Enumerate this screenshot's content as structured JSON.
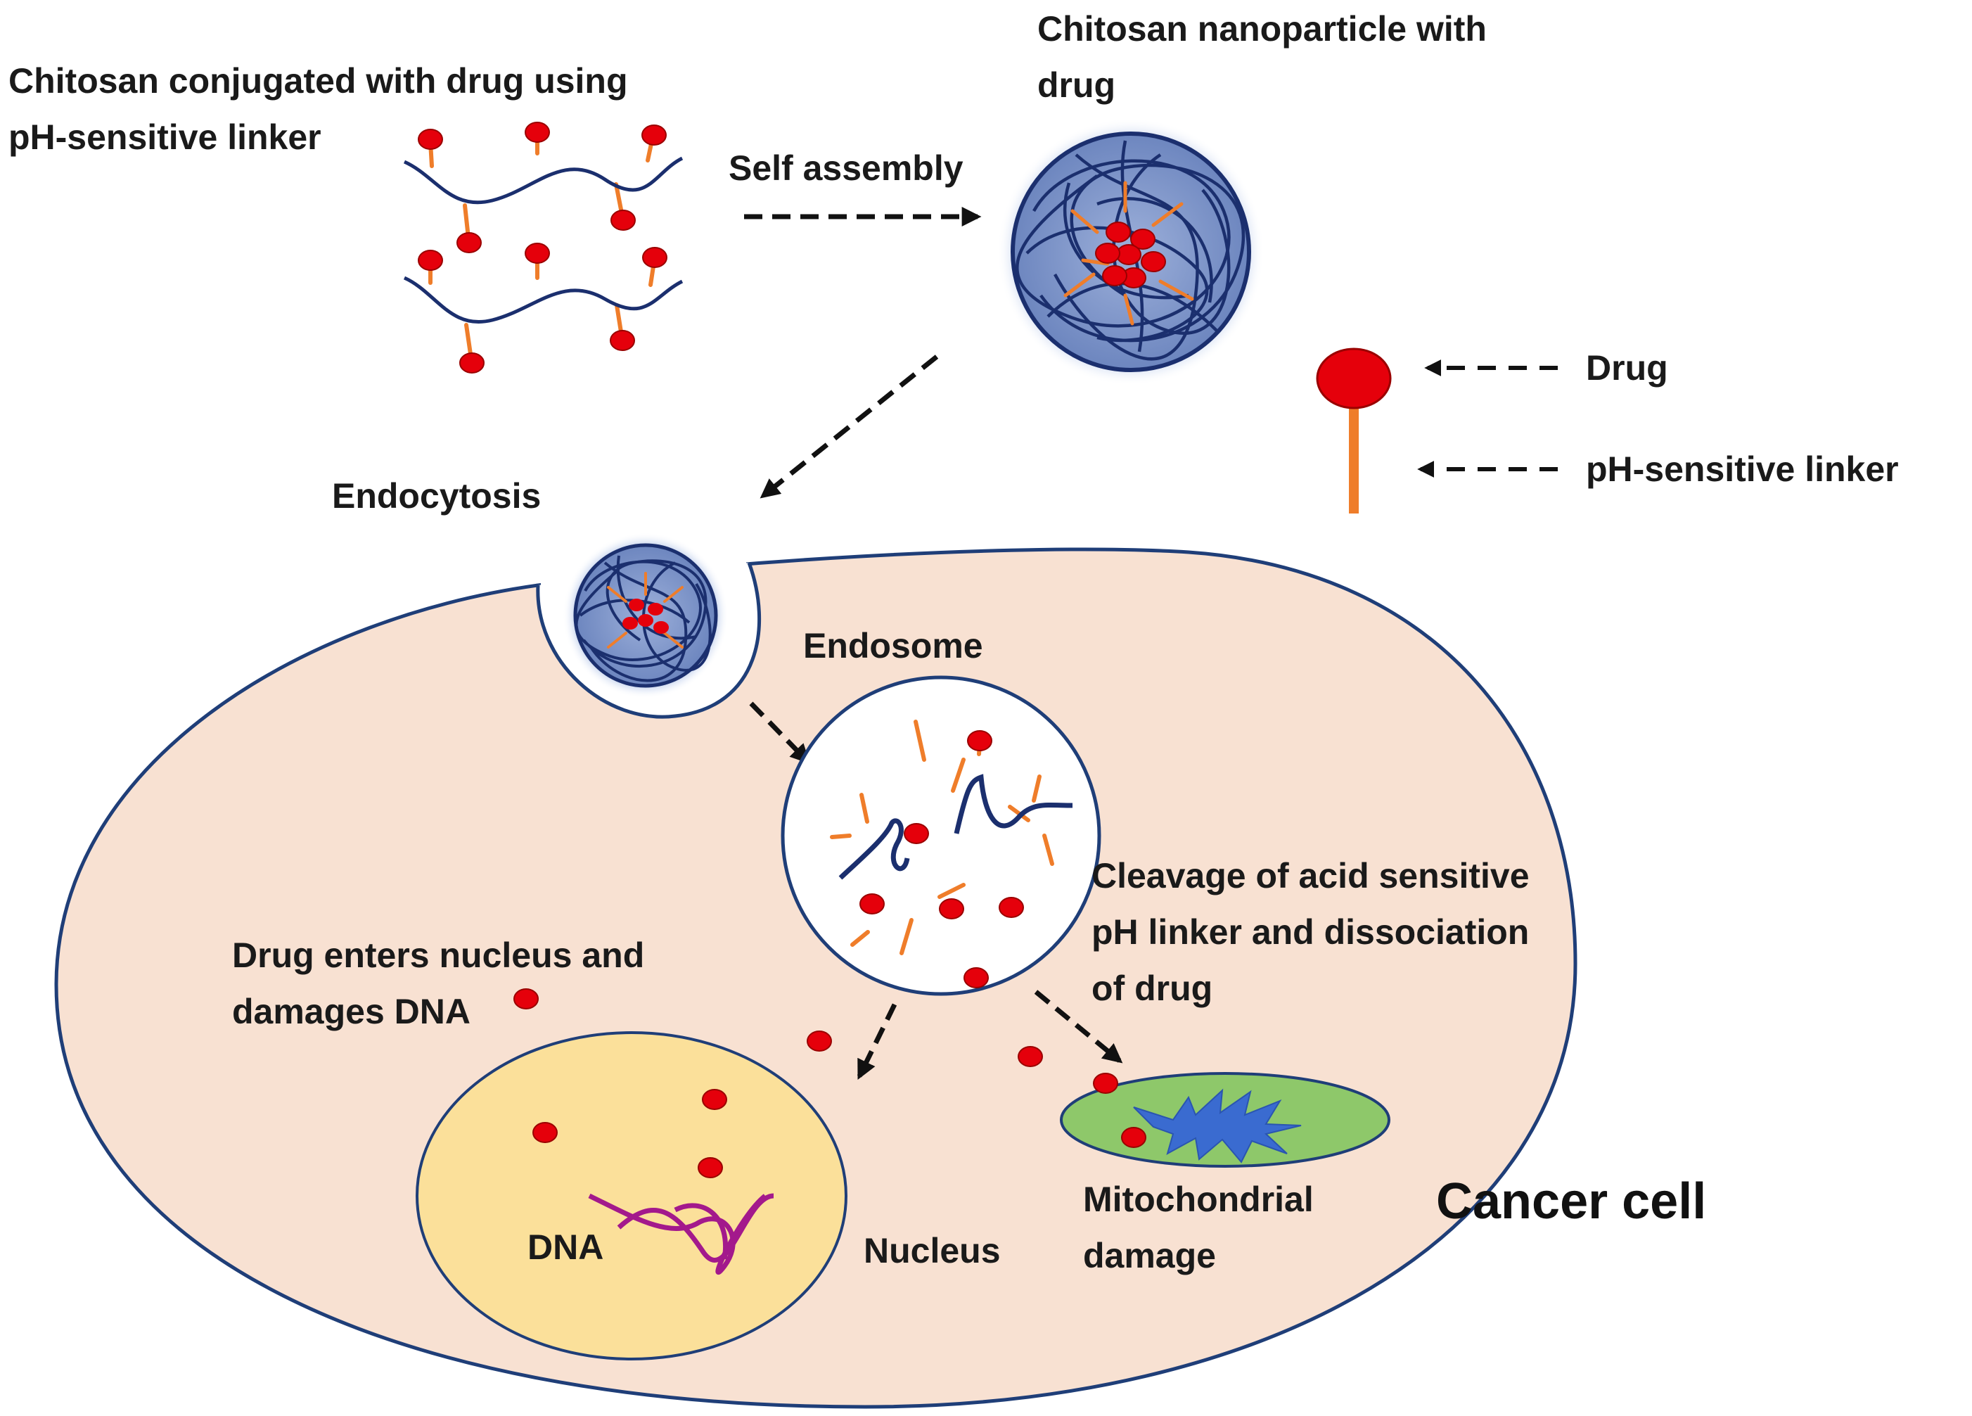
{
  "colors": {
    "cell_fill": "#f8e1d2",
    "cell_stroke": "#1f3e78",
    "chitosan_chain": "#1b2f6e",
    "nanoparticle_glow": "#c9d6ef",
    "nanoparticle_fill": "#7f97c8",
    "drug": "#e5000b",
    "drug_stroke": "#9a0000",
    "linker": "#ef7d2a",
    "nucleus_fill": "#fbe09a",
    "dna": "#a3198c",
    "mitochondria_fill": "#8ec86a",
    "mitochondria_cristae": "#3a6bd0",
    "arrow": "#111111"
  },
  "labels": {
    "chitosan_conjugated": [
      "Chitosan conjugated with drug using",
      "pH-sensitive linker"
    ],
    "self_assembly": "Self assembly",
    "nanoparticle": [
      "Chitosan nanoparticle with",
      "drug"
    ],
    "legend_drug": "Drug",
    "legend_linker": "pH-sensitive linker",
    "endocytosis": "Endocytosis",
    "endosome": "Endosome",
    "cleavage": [
      "Cleavage of acid sensitive",
      "pH linker and dissociation",
      "of drug"
    ],
    "drug_enters": [
      "Drug enters nucleus and",
      "damages DNA"
    ],
    "dna": "DNA",
    "nucleus": "Nucleus",
    "mitochondrial": [
      "Mitochondrial",
      "damage"
    ],
    "cancer_cell": "Cancer cell"
  },
  "icons": {
    "drug_marker": "red-ellipse",
    "linker_marker": "orange-stick",
    "arrow_style": "dashed-arrow"
  }
}
